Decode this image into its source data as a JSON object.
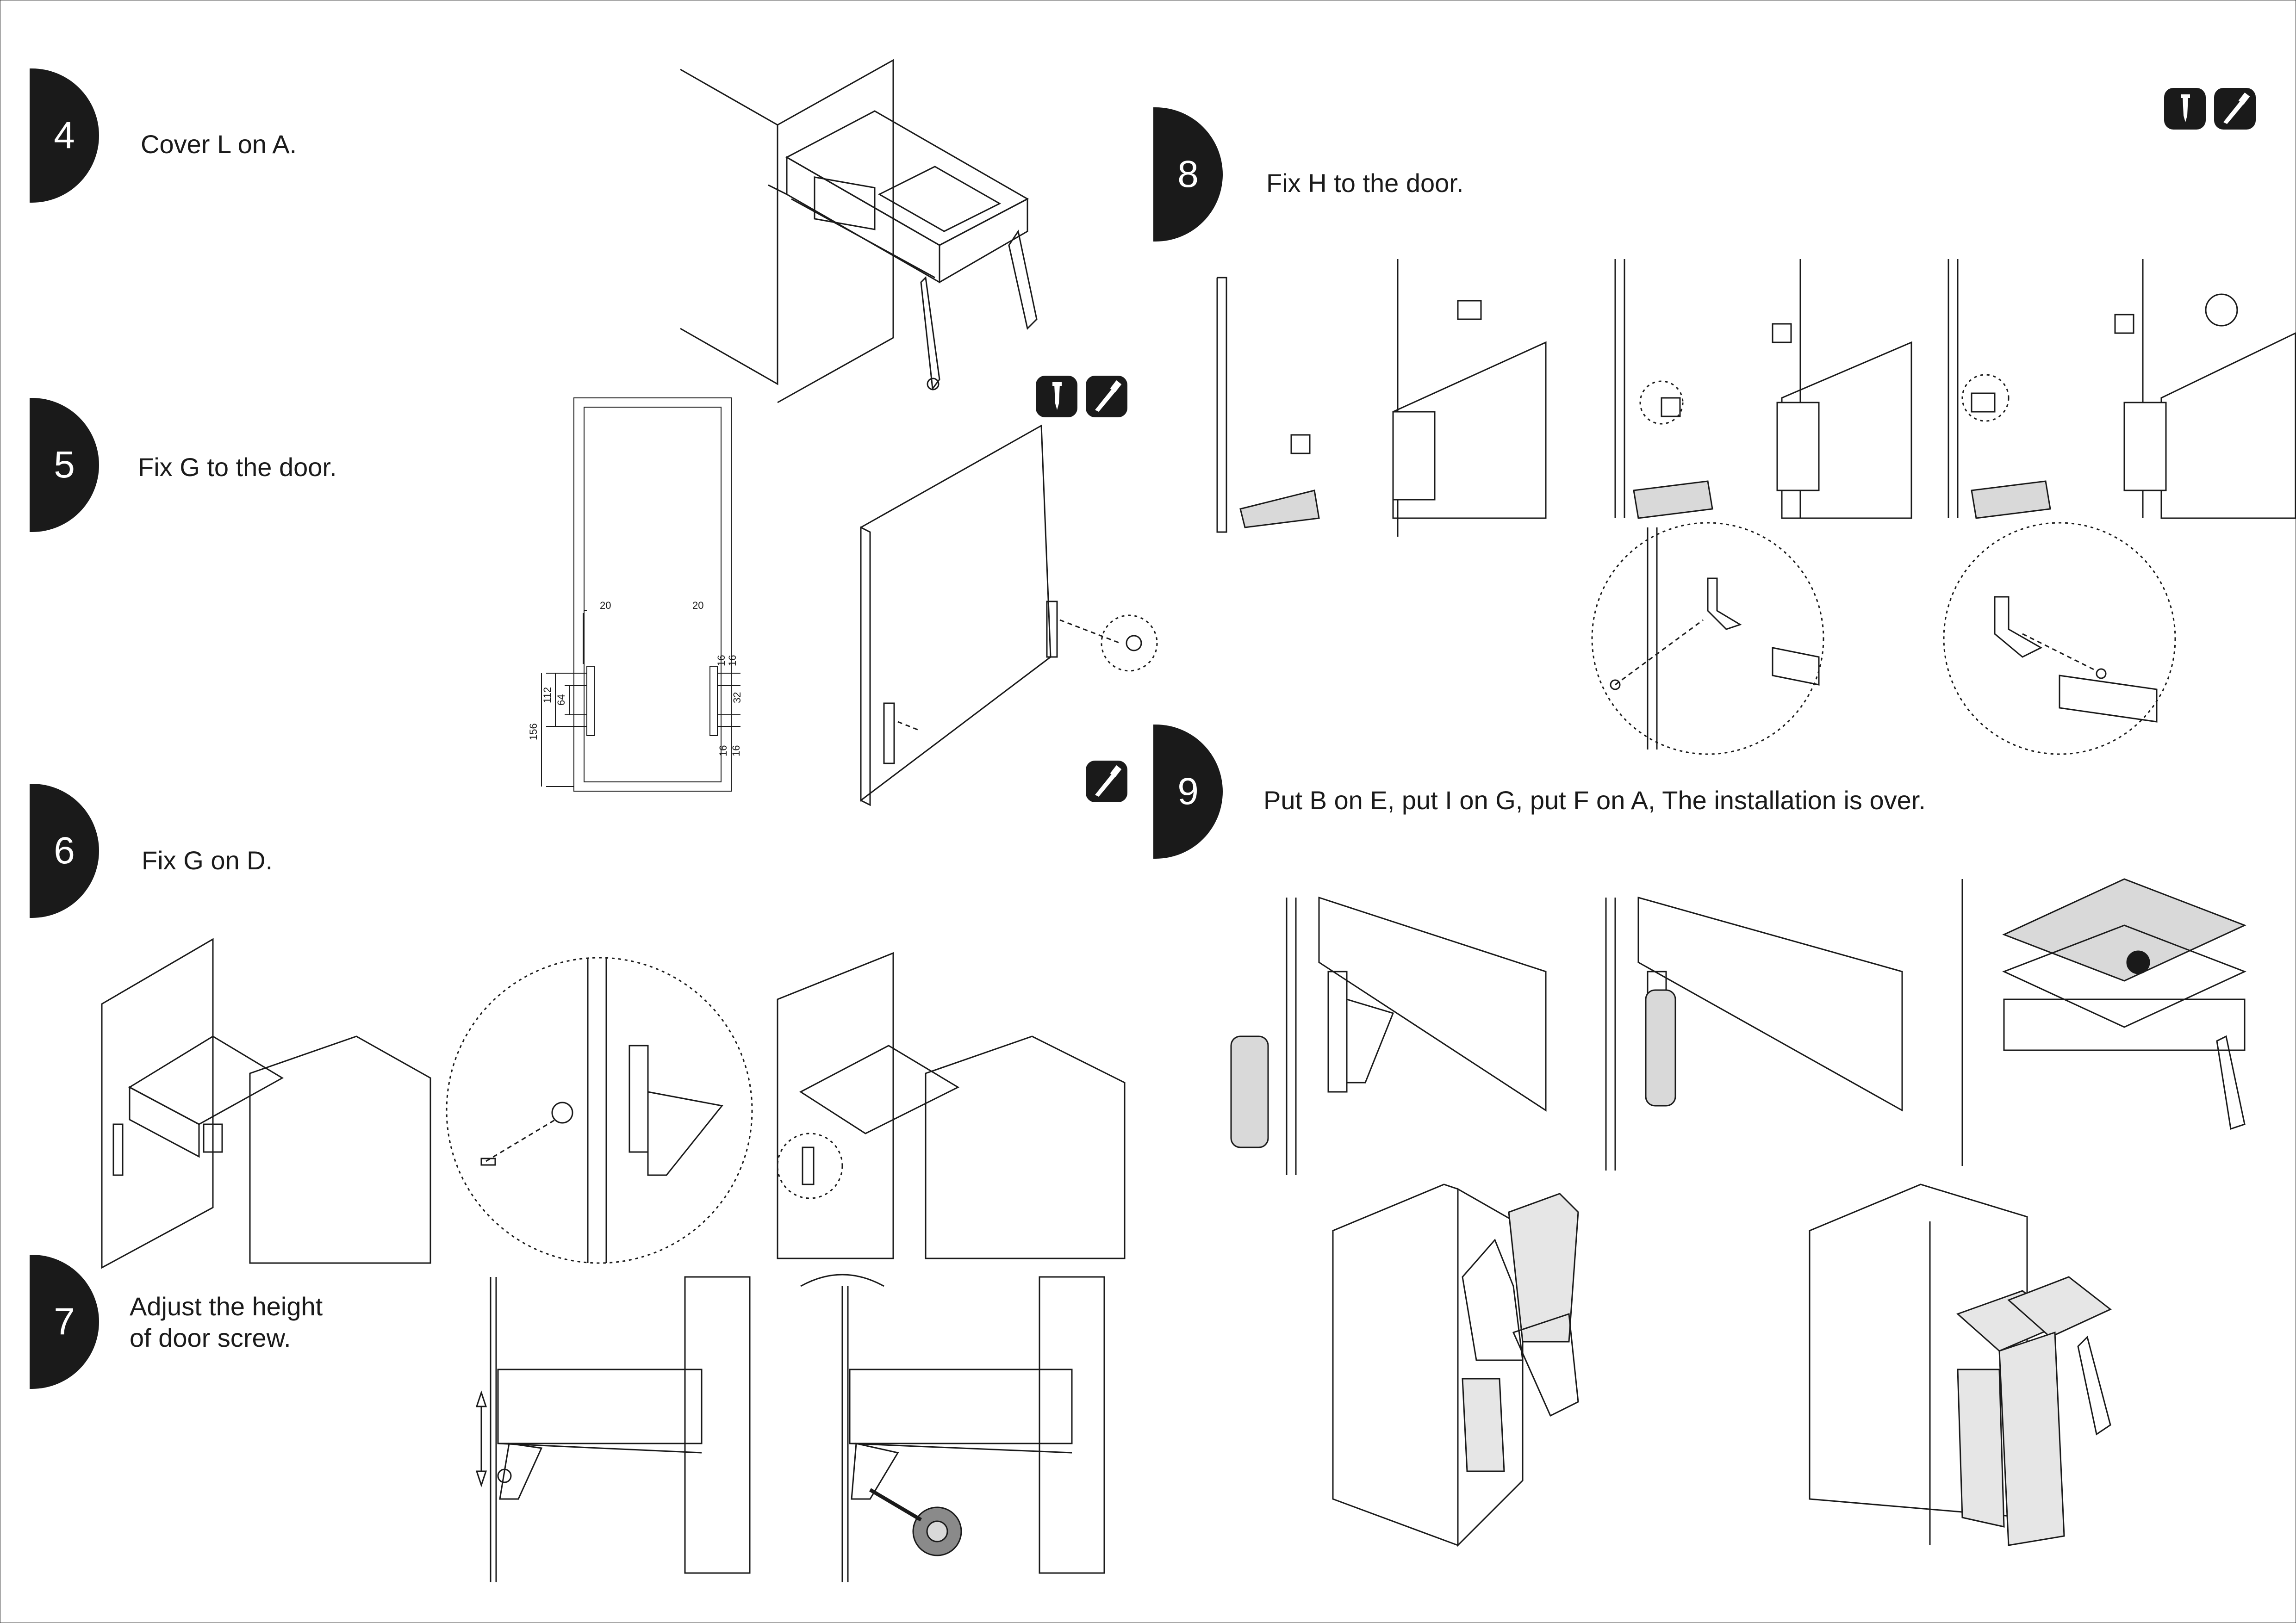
{
  "steps": [
    {
      "number": "4",
      "text": "Cover L on A."
    },
    {
      "number": "5",
      "text": "Fix G to the  door."
    },
    {
      "number": "6",
      "text": "Fix G on  D."
    },
    {
      "number": "7",
      "text_line1": "Adjust the height",
      "text_line2": "of door screw."
    },
    {
      "number": "8",
      "text": "Fix H to the door."
    },
    {
      "number": "9",
      "text": "Put B on E, put I on G, put F on A, The installation is over."
    }
  ],
  "dimensions": {
    "left_offset": "20",
    "right_offset": "20",
    "height_112": "112",
    "height_64": "64",
    "height_156": "156",
    "gap_16_a": "16",
    "gap_16_b": "16",
    "gap_16_c": "16",
    "gap_16_d": "16",
    "gap_32": "32"
  },
  "icons": {
    "step5": [
      "screw-icon",
      "screwdriver-icon"
    ],
    "step6": [
      "screwdriver-icon"
    ],
    "step8": [
      "screw-icon",
      "screwdriver-icon"
    ]
  },
  "colors": {
    "ink": "#1a1a1a",
    "paper": "#ffffff",
    "shade": "#d9d9d9"
  }
}
